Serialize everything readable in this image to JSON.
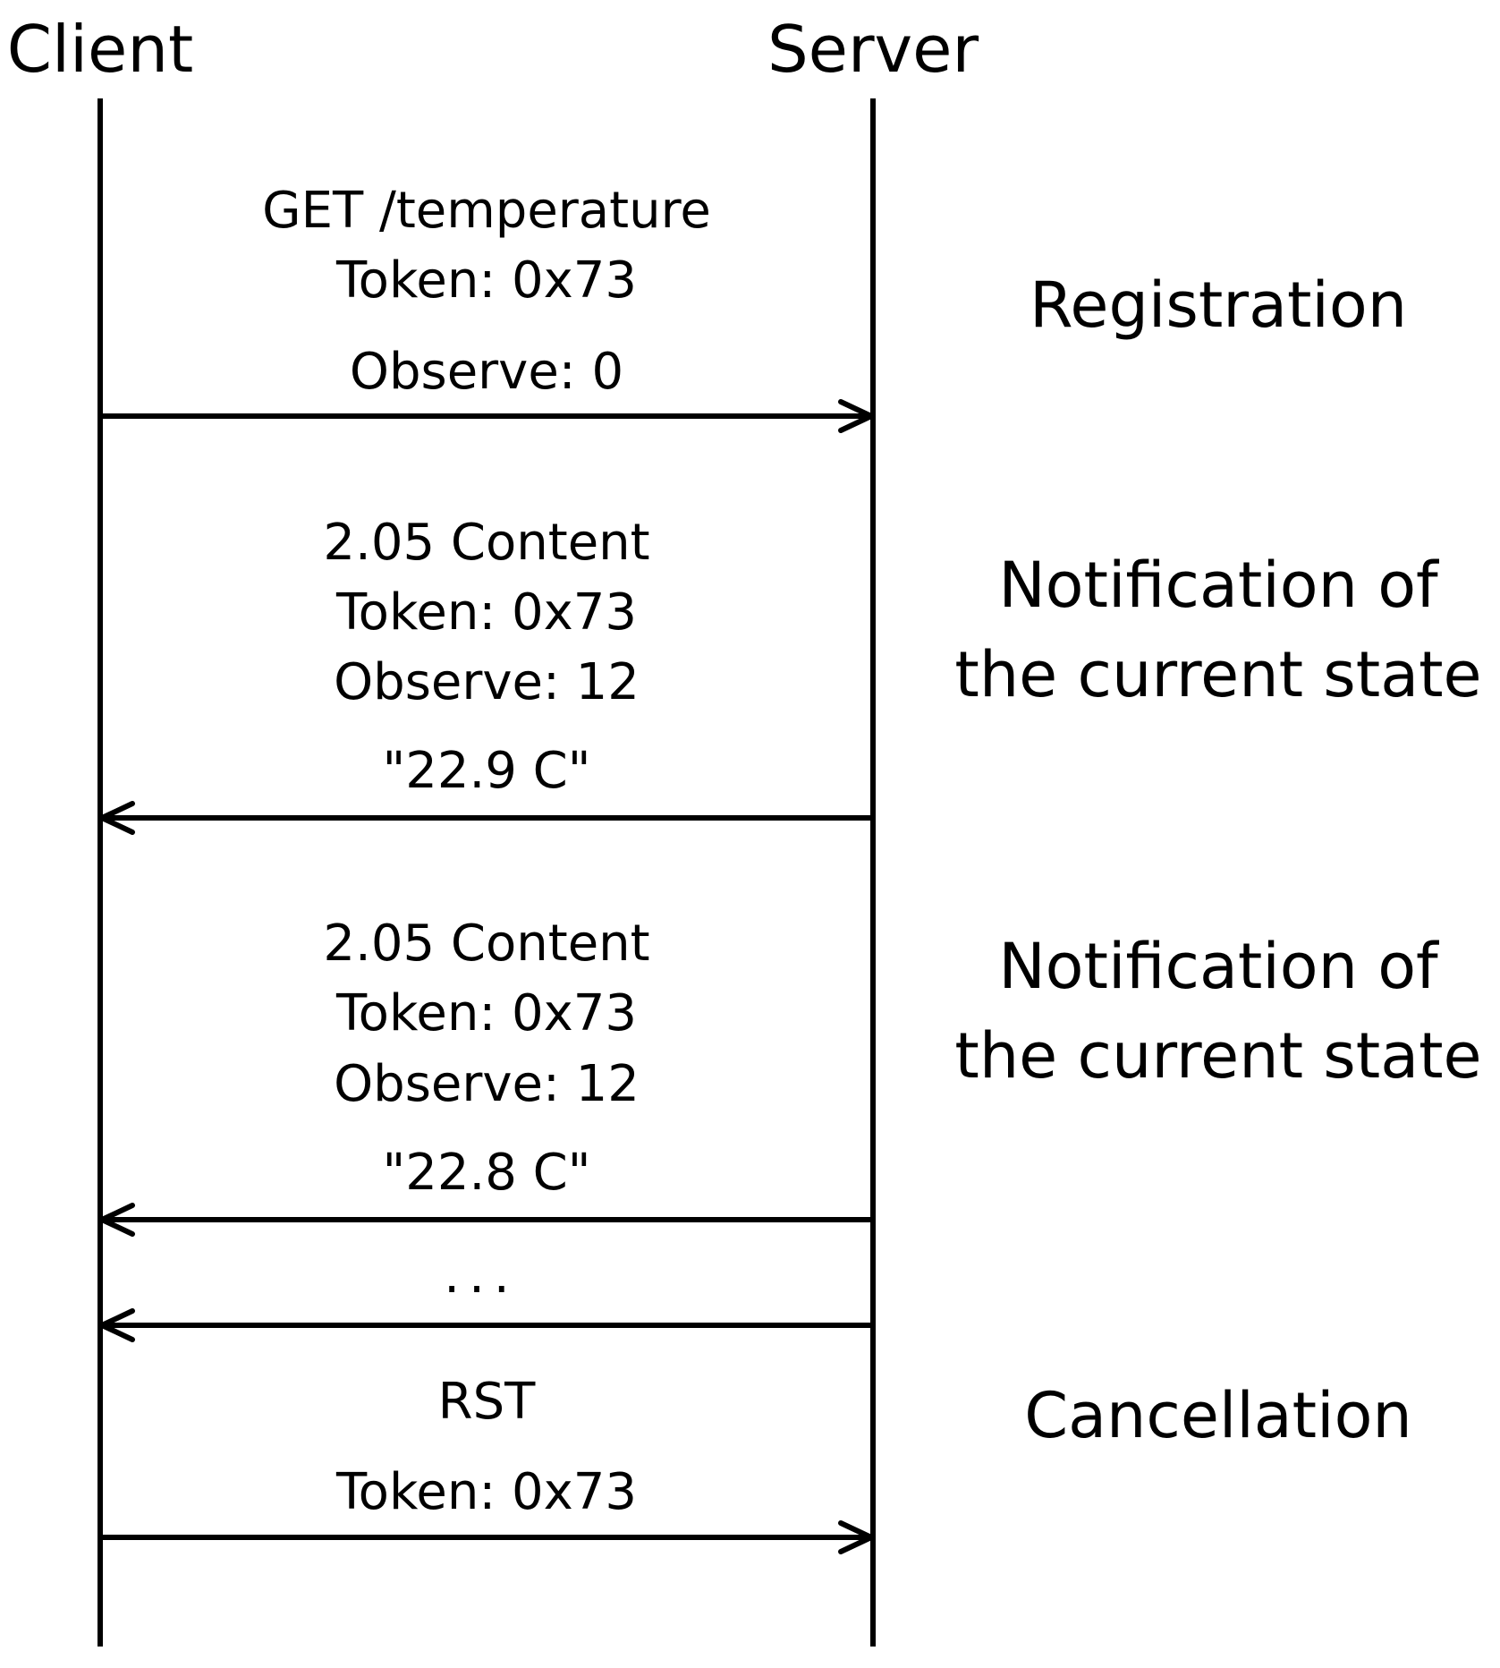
{
  "actors": {
    "client": "Client",
    "server": "Server"
  },
  "messages": [
    {
      "direction": "client-to-server",
      "lines": [
        "GET /temperature",
        "Token: 0x73",
        "Observe: 0"
      ],
      "phase": [
        "Registration"
      ]
    },
    {
      "direction": "server-to-client",
      "lines": [
        "2.05 Content",
        "Token: 0x73",
        "Observe: 12",
        "\"22.9 C\""
      ],
      "phase": [
        "Notification of",
        "the current state"
      ]
    },
    {
      "direction": "server-to-client",
      "lines": [
        "2.05 Content",
        "Token: 0x73",
        "Observe: 12",
        "\"22.8 C\""
      ],
      "phase": [
        "Notification of",
        "the current state"
      ]
    },
    {
      "direction": "server-to-client",
      "lines": [
        "..."
      ],
      "phase": []
    },
    {
      "direction": "client-to-server",
      "lines": [
        "RST",
        "Token: 0x73"
      ],
      "phase": [
        "Cancellation"
      ]
    }
  ]
}
